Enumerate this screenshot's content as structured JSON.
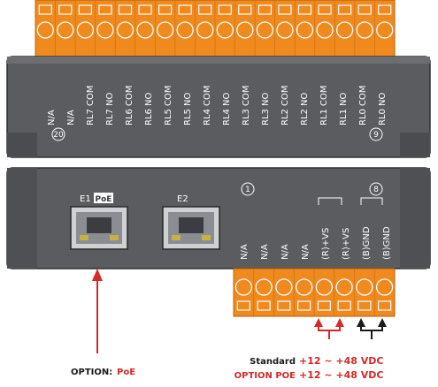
{
  "top_connector": {
    "pin_count": 18,
    "color": "#f08a1e"
  },
  "top_labels": [
    "N/A",
    "N/A",
    "RL7 COM",
    "RL7 NO",
    "RL6 COM",
    "RL6 NO",
    "RL5 COM",
    "RL5 NO",
    "RL4 COM",
    "RL4 NO",
    "RL3 COM",
    "RL3 NO",
    "RL2 COM",
    "RL2 NO",
    "RL1 COM",
    "RL1 NO",
    "RL0 COM",
    "RL0 NO"
  ],
  "top_markers": {
    "left": "20",
    "right": "9"
  },
  "bottom_labels": [
    "N/A",
    "N/A",
    "N/A",
    "N/A",
    "(R)+VS",
    "(R)+VS",
    "(B)GND",
    "(B)GND"
  ],
  "bottom_markers": {
    "left": "1",
    "right": "8"
  },
  "ports": {
    "e1": "E1",
    "poe_badge": "PoE",
    "e2": "E2"
  },
  "bottom_connector": {
    "pin_count": 8,
    "color": "#f08a1e"
  },
  "callouts": {
    "option_label": "OPTION:",
    "option_value": "PoE",
    "standard_label": "Standard",
    "standard_value": "+12 ~ +48 VDC",
    "poe_label": "OPTION POE",
    "poe_value": "+12 ~ +48 VDC"
  },
  "colors": {
    "panel": "#5a5c60",
    "panel_dark": "#3a3c40",
    "accent_red": "#d62828",
    "arrow_black": "#1a1a1a"
  }
}
